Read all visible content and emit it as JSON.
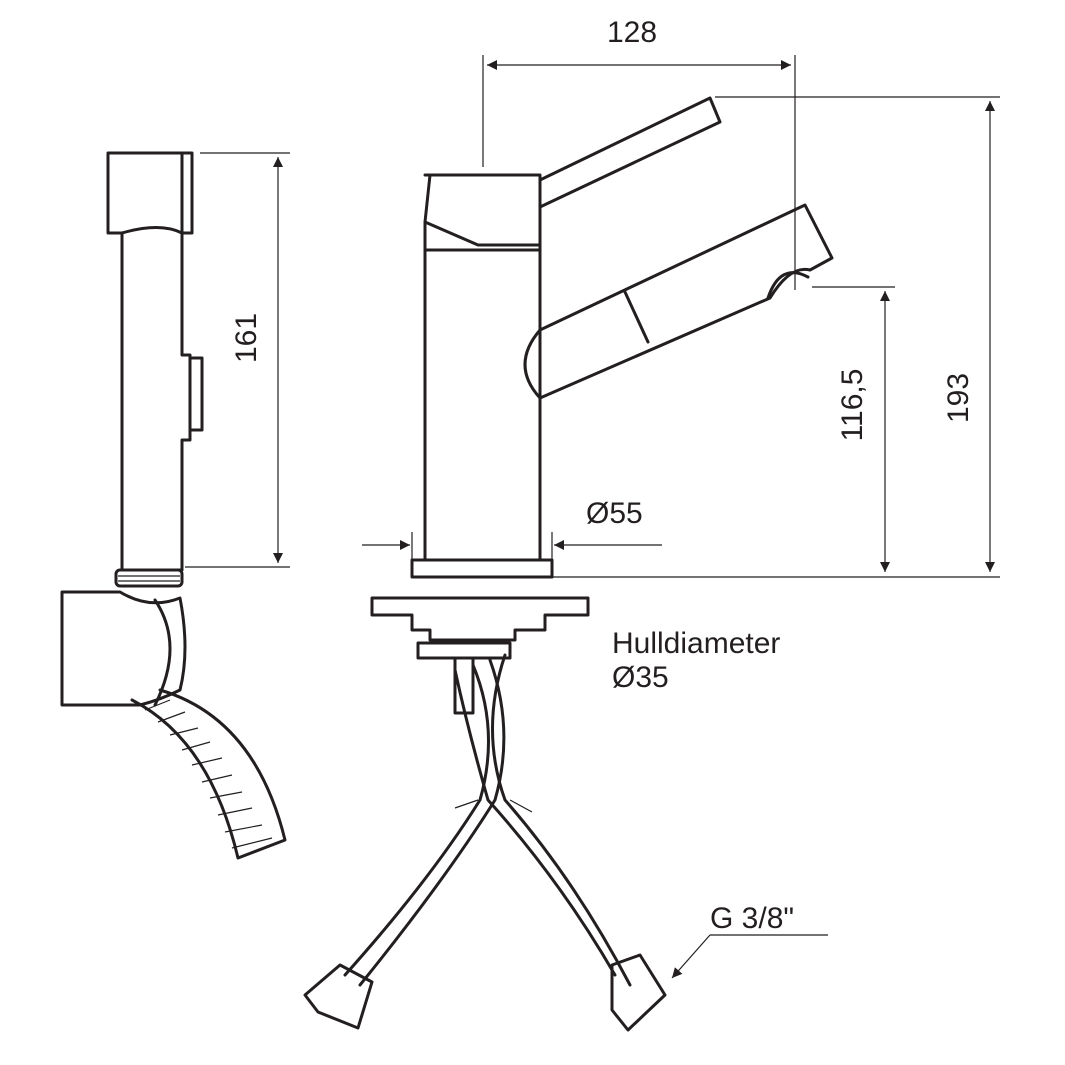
{
  "dimensions": {
    "width_128": "128",
    "hand_shower_height": "161",
    "spout_height": "116,5",
    "total_height": "193",
    "base_diameter": "Ø55",
    "hole_label": "Hulldiameter",
    "hole_diameter": "Ø35",
    "thread": "G 3/8\""
  },
  "colors": {
    "line": "#231f20",
    "background": "#ffffff"
  }
}
